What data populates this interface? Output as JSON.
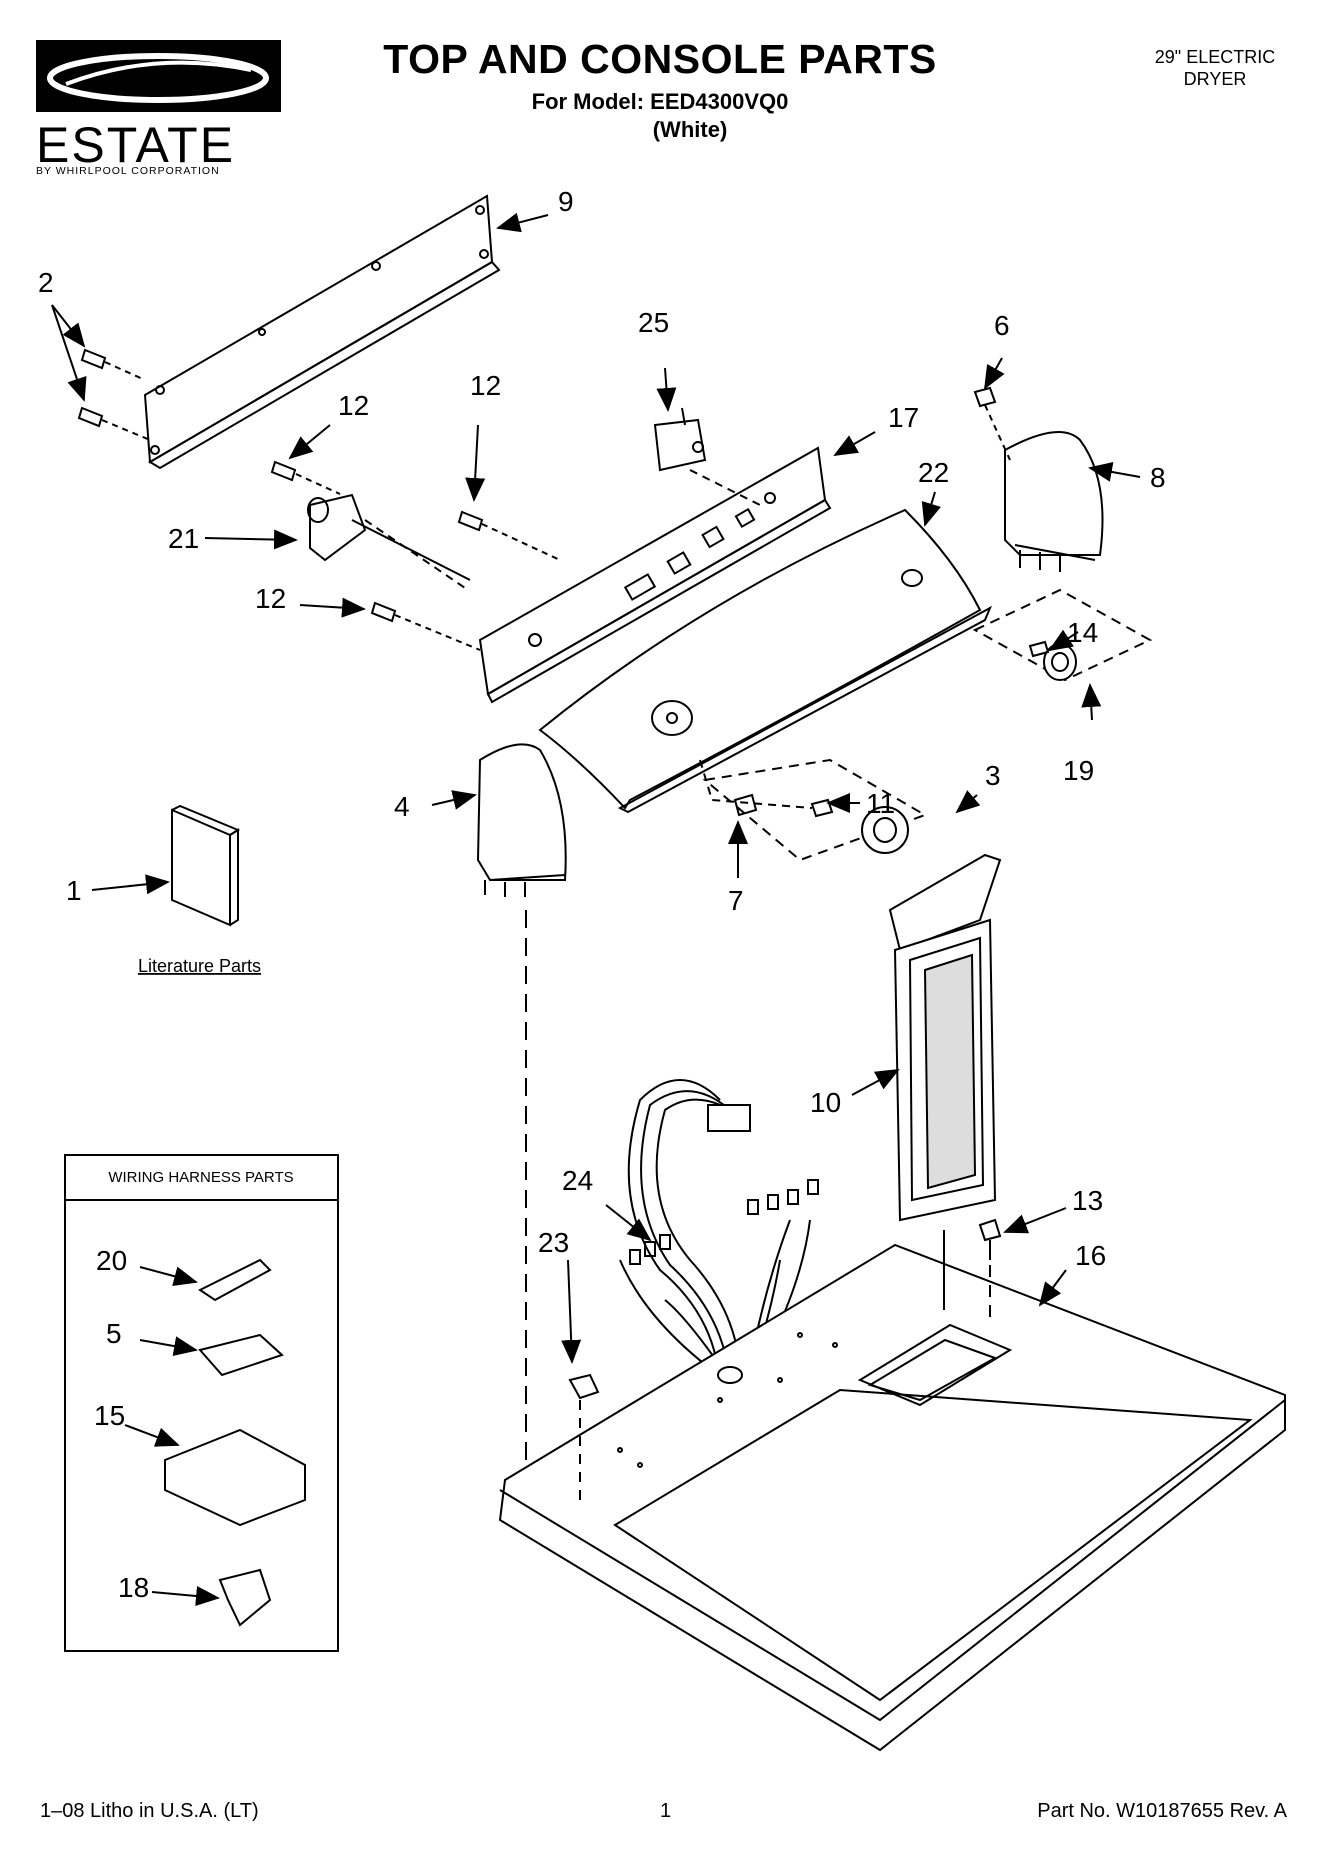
{
  "header": {
    "brand": "ESTATE",
    "brand_sub": "BY WHIRLPOOL CORPORATION",
    "title": "TOP AND CONSOLE PARTS",
    "model_line": "For Model: EED4300VQ0",
    "color_line": "(White)",
    "product_line1": "29\" ELECTRIC",
    "product_line2": "DRYER"
  },
  "callouts": {
    "c1": "1",
    "c2": "2",
    "c3": "3",
    "c4": "4",
    "c5": "5",
    "c6": "6",
    "c7": "7",
    "c8": "8",
    "c9": "9",
    "c10": "10",
    "c11": "11",
    "c12a": "12",
    "c12b": "12",
    "c12c": "12",
    "c13": "13",
    "c14": "14",
    "c15": "15",
    "c16": "16",
    "c17": "17",
    "c18": "18",
    "c19": "19",
    "c20": "20",
    "c21": "21",
    "c22": "22",
    "c23": "23",
    "c24": "24",
    "c25": "25"
  },
  "literature_label": "Literature Parts",
  "wiring_box_title": "WIRING HARNESS PARTS",
  "footer": {
    "left": "1–08 Litho in U.S.A. (LT)",
    "center": "1",
    "right": "Part No. W10187655 Rev. A"
  }
}
